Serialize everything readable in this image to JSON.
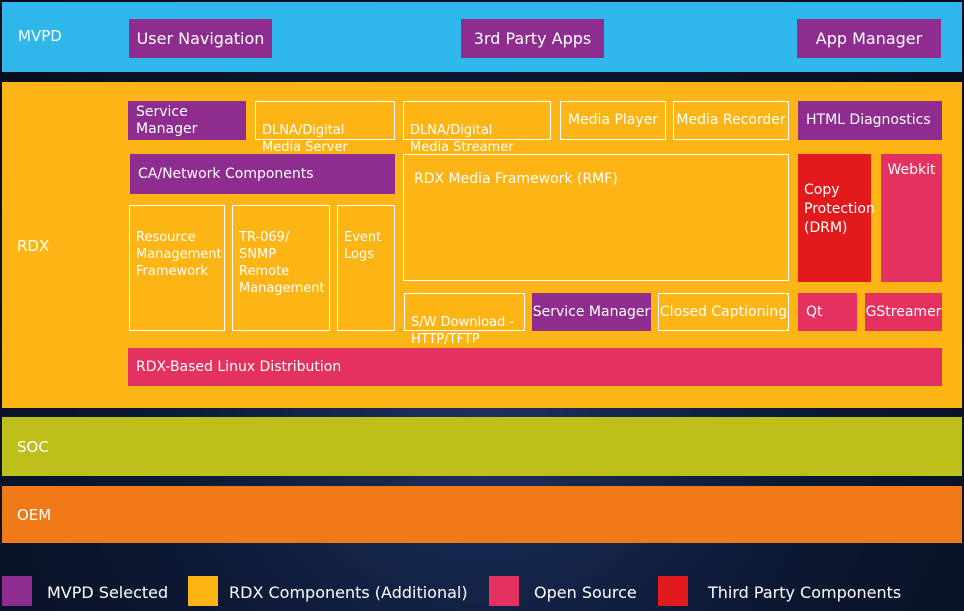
{
  "colors": {
    "mvpd": "#2fb6ea",
    "rdx": "#fdb515",
    "soc": "#bdbf1b",
    "oem": "#ef7a17",
    "purple": "#8e2d8f",
    "pink": "#e5315f",
    "red": "#e31a1c"
  },
  "bands": {
    "mvpd": "MVPD",
    "rdx": "RDX",
    "soc": "SOC",
    "oem": "OEM"
  },
  "mvpd": {
    "user_navigation": "User Navigation",
    "third_party_apps": "3rd Party Apps",
    "app_manager": "App Manager"
  },
  "rdx": {
    "service_manager_top": "Service Manager",
    "dlna_media_server": "DLNA/Digital\nMedia Server",
    "dlna_media_streamer": "DLNA/Digital\nMedia Streamer",
    "media_player": "Media Player",
    "media_recorder": "Media Recorder",
    "html_diagnostics": "HTML Diagnostics",
    "ca_network": "CA/Network Components",
    "rmf": "RDX Media Framework (RMF)",
    "copy_protection": "Copy\nProtection\n(DRM)",
    "webkit": "Webkit",
    "resource_mgmt": "Resource\nManagement\nFramework",
    "tr069": "TR-069/\nSNMP\nRemote\nManagement",
    "event_logs": "Event\nLogs",
    "sw_download": "S/W Download -\nHTTP/TFTP",
    "service_manager_bottom": "Service Manager",
    "closed_captioning": "Closed Captioning",
    "qt": "Qt",
    "gstreamer": "GStreamer",
    "linux_distribution": "RDX-Based Linux Distribution"
  },
  "legend": [
    {
      "label": "MVPD Selected",
      "color": "#8e2d8f"
    },
    {
      "label": "RDX Components (Additional)",
      "color": "#fdb515"
    },
    {
      "label": "Open Source",
      "color": "#e5315f"
    },
    {
      "label": "Third Party Components",
      "color": "#e31a1c"
    }
  ]
}
